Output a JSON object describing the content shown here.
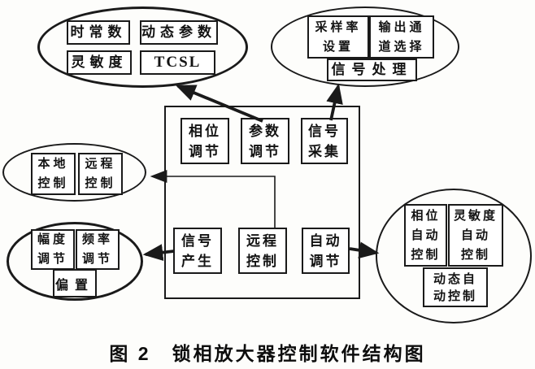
{
  "caption": "图 2　锁相放大器控制软件结构图",
  "colors": {
    "ink": "#1a1a1a",
    "paper": "#fdfdfb"
  },
  "central_module": {
    "phase_adjust": "相位\n调节",
    "param_adjust": "参数\n调节",
    "signal_acquire": "信号\n采集",
    "signal_generate": "信号\n产生",
    "remote_control": "远程\n控制",
    "auto_adjust": "自动\n调节"
  },
  "parameter_ellipse": {
    "time_constant": "时常数",
    "dynamic_param": "动态参数",
    "sensitivity": "灵敏度",
    "tcsl": "TCSL"
  },
  "processing_ellipse": {
    "sample_rate": "采样率\n设置",
    "output_channel": "输出通\n道选择",
    "signal_process": "信号处理"
  },
  "control_mode_ellipse": {
    "local_control": "本地\n控制",
    "remote_control": "远程\n控制"
  },
  "generation_ellipse": {
    "amplitude_adjust": "幅度\n调节",
    "frequency_adjust": "频率\n调节",
    "bias": "偏置"
  },
  "auto_control_ellipse": {
    "phase_auto": "相位\n自动\n控制",
    "sensitivity_auto": "灵敏度\n自动\n控制",
    "dynamic_auto": "动态自\n动控制"
  }
}
